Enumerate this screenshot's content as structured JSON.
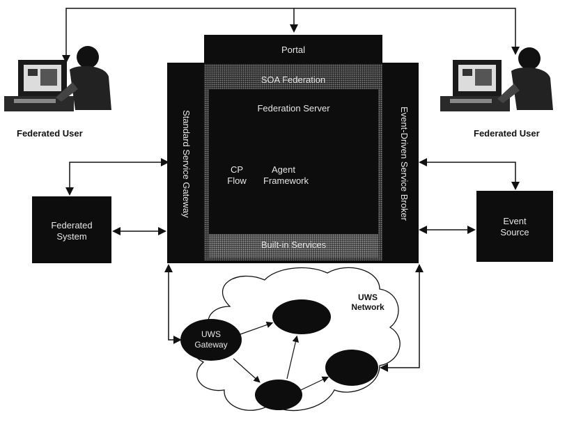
{
  "diagram": {
    "portal": "Portal",
    "soa_federation": "SOA Federation",
    "federation_server": "Federation Server",
    "cp_flow": [
      "CP",
      "Flow"
    ],
    "agent_framework": [
      "Agent",
      "Framework"
    ],
    "builtin_services": "Built-in Services",
    "standard_service_gateway": "Standard Service Gateway",
    "event_driven_service_broker": "Event-Driven Service Broker",
    "federated_user_left": "Federated User",
    "federated_user_right": "Federated User",
    "federated_system": [
      "Federated",
      "System"
    ],
    "event_source": [
      "Event",
      "Source"
    ],
    "uws_network": [
      "UWS",
      "Network"
    ],
    "uws_gateway": [
      "UWS",
      "Gateway"
    ]
  },
  "colors": {
    "box": "#0d0d0d",
    "halftone": "#3a3a3a",
    "line": "#111111",
    "text_light": "#e6e6e6"
  }
}
